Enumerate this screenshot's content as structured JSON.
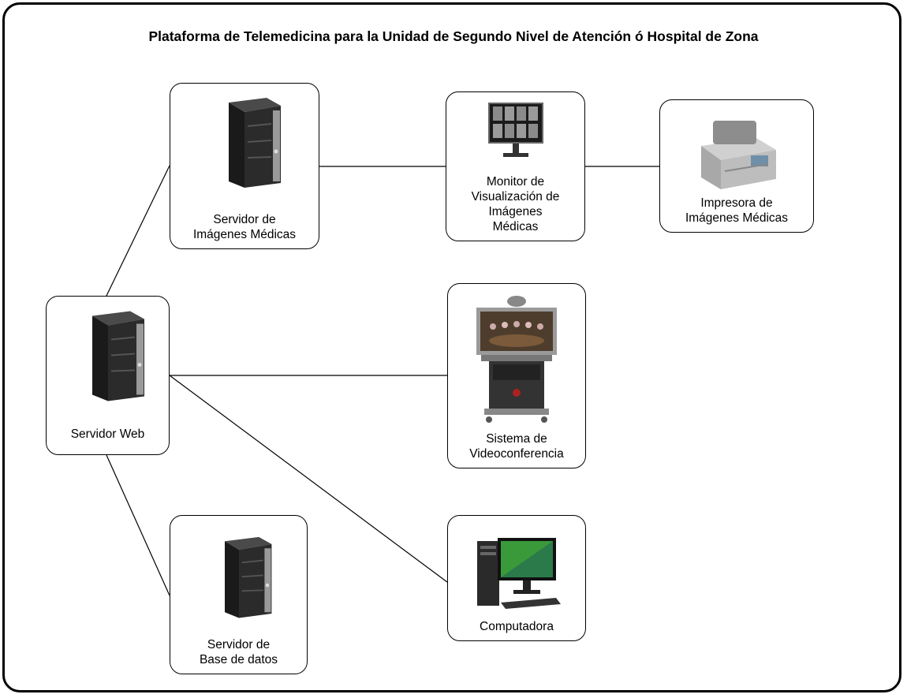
{
  "title": "Plataforma de Telemedicina para la Unidad de Segundo Nivel de Atención ó Hospital de Zona",
  "nodes": {
    "imaging_server": {
      "label": "Servidor de\nImágenes Médicas",
      "icon": "tower-server-icon"
    },
    "imaging_monitor": {
      "label": "Monitor de\nVisualización de\nImágenes\nMédicas",
      "icon": "medical-monitor-icon"
    },
    "imaging_printer": {
      "label": "Impresora de\nImágenes Médicas",
      "icon": "medical-printer-icon"
    },
    "web_server": {
      "label": "Servidor Web",
      "icon": "tower-server-icon"
    },
    "videoconference": {
      "label": "Sistema de\nVideoconferencia",
      "icon": "videoconference-system-icon"
    },
    "database_server": {
      "label": "Servidor de\nBase de datos",
      "icon": "tower-server-icon"
    },
    "computer": {
      "label": "Computadora",
      "icon": "desktop-computer-icon"
    }
  }
}
